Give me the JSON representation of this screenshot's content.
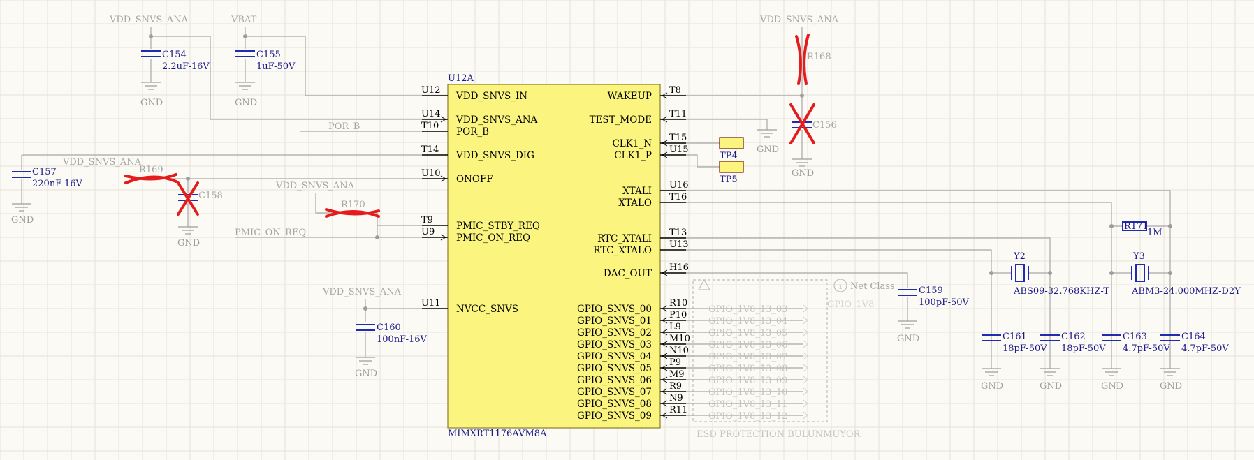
{
  "component": {
    "designator": "U12A",
    "part": "MIMXRT1176AVM8A",
    "body_color": "#fbf47e",
    "left_pins": [
      {
        "num": "U12",
        "name": "VDD_SNVS_IN"
      },
      {
        "num": "U14",
        "name": "VDD_SNVS_ANA"
      },
      {
        "num": "T10",
        "name": "POR_B"
      },
      {
        "num": "T14",
        "name": "VDD_SNVS_DIG"
      },
      {
        "num": "U10",
        "name": "ONOFF"
      },
      {
        "num": "T9",
        "name": "PMIC_STBY_REQ"
      },
      {
        "num": "U9",
        "name": "PMIC_ON_REQ"
      },
      {
        "num": "U11",
        "name": "NVCC_SNVS"
      }
    ],
    "right_pins": [
      {
        "num": "T8",
        "name": "WAKEUP"
      },
      {
        "num": "T11",
        "name": "TEST_MODE"
      },
      {
        "num": "T15",
        "name": "CLK1_N"
      },
      {
        "num": "U15",
        "name": "CLK1_P"
      },
      {
        "num": "U16",
        "name": "XTALI"
      },
      {
        "num": "T16",
        "name": "XTALO"
      },
      {
        "num": "T13",
        "name": "RTC_XTALI"
      },
      {
        "num": "U13",
        "name": "RTC_XTALO"
      },
      {
        "num": "H16",
        "name": "DAC_OUT"
      },
      {
        "num": "R10",
        "name": "GPIO_SNVS_00"
      },
      {
        "num": "P10",
        "name": "GPIO_SNVS_01"
      },
      {
        "num": "L9",
        "name": "GPIO_SNVS_02"
      },
      {
        "num": "M10",
        "name": "GPIO_SNVS_03"
      },
      {
        "num": "N10",
        "name": "GPIO_SNVS_04"
      },
      {
        "num": "P9",
        "name": "GPIO_SNVS_05"
      },
      {
        "num": "M9",
        "name": "GPIO_SNVS_06"
      },
      {
        "num": "R9",
        "name": "GPIO_SNVS_07"
      },
      {
        "num": "N9",
        "name": "GPIO_SNVS_08"
      },
      {
        "num": "R11",
        "name": "GPIO_SNVS_09"
      }
    ]
  },
  "power_labels": {
    "vdd_snvs_ana": "VDD_SNVS_ANA",
    "vbat": "VBAT",
    "gnd": "GND",
    "por_b": "POR_B",
    "pmic_on_req": "PMIC_ON_REQ"
  },
  "parts": {
    "c154": {
      "ref": "C154",
      "value": "2.2uF-16V"
    },
    "c155": {
      "ref": "C155",
      "value": "1uF-50V"
    },
    "c157": {
      "ref": "C157",
      "value": "220nF-16V"
    },
    "r169": {
      "ref": "R169"
    },
    "c158": {
      "ref": "C158"
    },
    "r170": {
      "ref": "R170"
    },
    "c160": {
      "ref": "C160",
      "value": "100nF-16V"
    },
    "r168": {
      "ref": "R168"
    },
    "c156": {
      "ref": "C156"
    },
    "tp4": {
      "ref": "TP4"
    },
    "tp5": {
      "ref": "TP5"
    },
    "c159": {
      "ref": "C159",
      "value": "100pF-50V"
    },
    "y2": {
      "ref": "Y2",
      "value": "ABS09-32.768KHZ-T"
    },
    "y3": {
      "ref": "Y3",
      "value": "ABM3-24.000MHZ-D2Y"
    },
    "r171": {
      "ref": "R171",
      "value": "1M"
    },
    "c161": {
      "ref": "C161",
      "value": "18pF-50V"
    },
    "c162": {
      "ref": "C162",
      "value": "18pF-50V"
    },
    "c163": {
      "ref": "C163",
      "value": "4.7pF-50V"
    },
    "c164": {
      "ref": "C164",
      "value": "4.7pF-50V"
    }
  },
  "gpio_nets": [
    "GPIO_1V8_13_03",
    "GPIO_1V8_13_04",
    "GPIO_1V8_13_05",
    "GPIO_1V8_13_06",
    "GPIO_1V8_13_07",
    "GPIO_1V8_13_08",
    "GPIO_1V8_13_09",
    "GPIO_1V8_13_10",
    "GPIO_1V8_13_11",
    "GPIO_1V8_13_12"
  ],
  "net_class": {
    "label": "Net Class",
    "name": "GPIO_1V8"
  },
  "note": "ESD PROTECTION BULUNMUYOR",
  "colors": {
    "wire": "#a8a8a8",
    "part_text": "#1a1a8a",
    "dnp_mark": "#e41c1c",
    "capacitor": "#1f2bb0"
  }
}
